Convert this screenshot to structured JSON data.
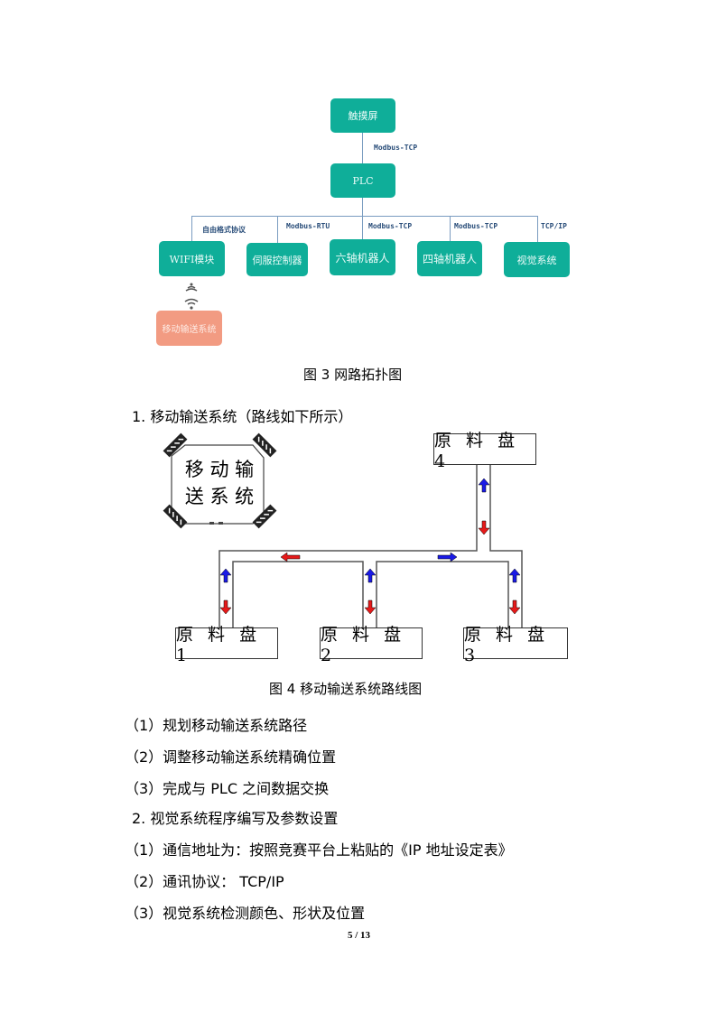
{
  "figure3": {
    "nodes": {
      "touchscreen": "触摸屏",
      "plc": "PLC",
      "wifi": "WIFI模块",
      "servo": "伺服控制器",
      "robot6": "六轴机器人",
      "robot4": "四轴机器人",
      "vision": "视觉系统",
      "mobile": "移动输送系统"
    },
    "links": {
      "touch_plc": "Modbus-TCP",
      "wifi": "自由格式协议",
      "servo": "Modbus-RTU",
      "robot6": "Modbus-TCP",
      "robot4": "Modbus-TCP",
      "vision": "TCP/IP"
    },
    "colors": {
      "node": "#0fae99",
      "mobile_node": "#f29b82"
    },
    "caption": "图 3 网路拓扑图"
  },
  "section1": {
    "heading": "1. 移动输送系统（路线如下所示）"
  },
  "figure4": {
    "vehicle_label_line1": "移 动 输",
    "vehicle_label_line2": "送 系 统",
    "trays": [
      "原 料 盘 1",
      "原 料 盘 2",
      "原 料 盘 3",
      "原 料 盘 4"
    ],
    "colors": {
      "up_arrow": "#1a1ae6",
      "down_arrow": "#e61a1a"
    },
    "caption": "图 4  移动输送系统路线图"
  },
  "section1_items": [
    "（1）规划移动输送系统路径",
    "（2）调整移动输送系统精确位置",
    "（3）完成与 PLC 之间数据交换"
  ],
  "section2": {
    "heading": "2. 视觉系统程序编写及参数设置"
  },
  "section2_items": [
    "（1）通信地址为：按照竞赛平台上粘贴的《IP 地址设定表》",
    "（2）通讯协议： TCP/IP",
    "（3）视觉系统检测颜色、形状及位置"
  ],
  "footer": {
    "page": "5 / 13"
  }
}
